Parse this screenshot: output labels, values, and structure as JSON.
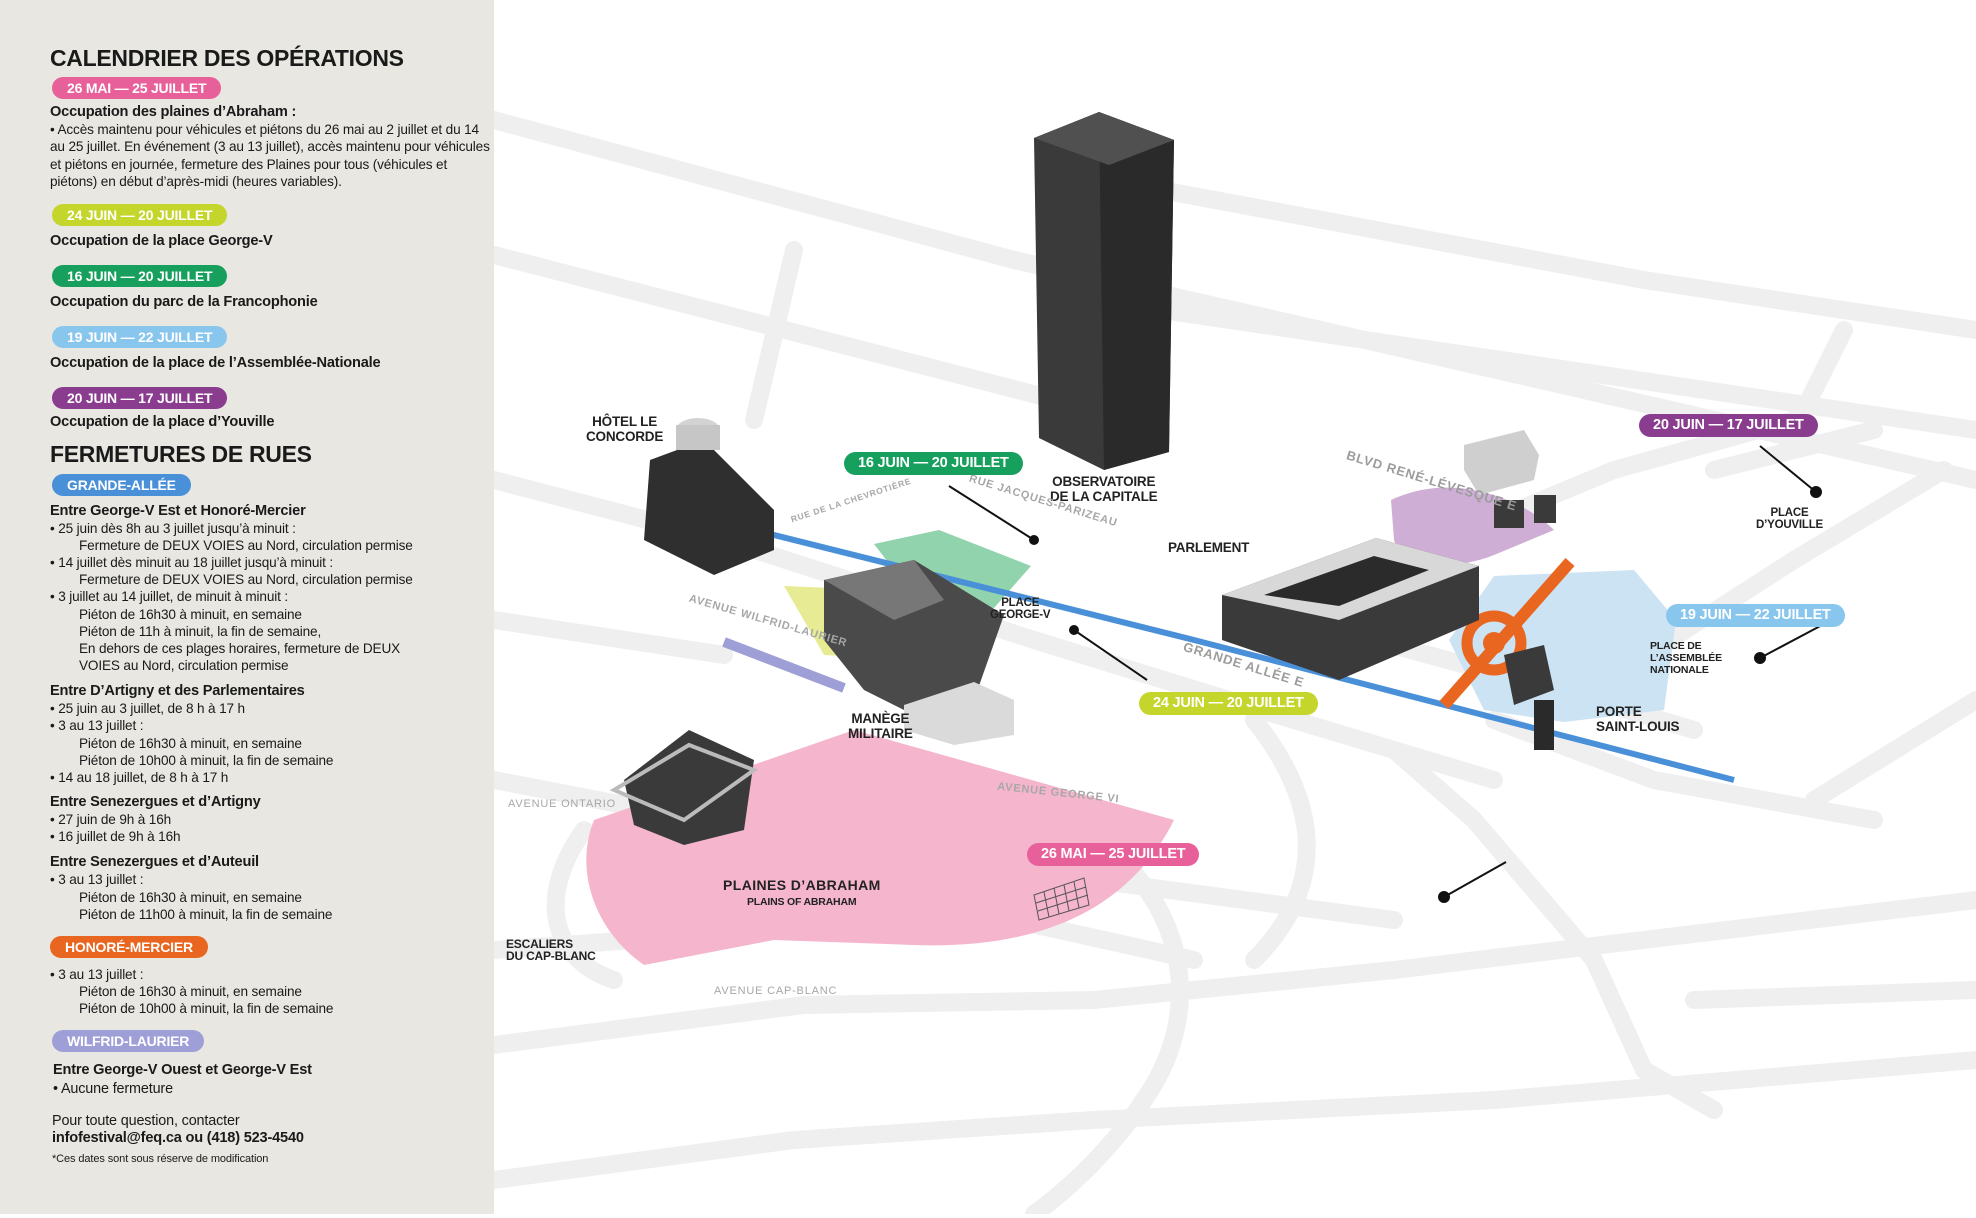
{
  "colors": {
    "pink": "#e8609a",
    "lime": "#c4d62b",
    "green": "#17a05d",
    "lightblue": "#89c6ee",
    "purple": "#8a3c8e",
    "blue": "#4a90d9",
    "orange": "#e8661f",
    "lavender": "#9f9fd8",
    "sidebar_bg": "#e8e7e1"
  },
  "sidebar": {
    "title": "CALENDRIER DES OPÉRATIONS",
    "ops": [
      {
        "date": "26 MAI — 25 JUILLET",
        "title": "Occupation des plaines d’Abraham :",
        "text": "• Accès maintenu pour véhicules et piétons du 26 mai au 2 juillet et du 14 au 25 juillet. En événement (3 au 13 juillet), accès maintenu pour véhicules et piétons en journée, fermeture des Plaines pour tous (véhicules et piétons) en début d’après-midi (heures variables)."
      },
      {
        "date": "24 JUIN — 20 JUILLET",
        "title": "Occupation de la place George-V"
      },
      {
        "date": "16 JUIN — 20 JUILLET",
        "title": "Occupation du parc de la Francophonie"
      },
      {
        "date": "19 JUIN — 22 JUILLET",
        "title": "Occupation de la place de l’Assemblée-Nationale"
      },
      {
        "date": "20 JUIN — 17 JUILLET",
        "title": "Occupation de la place d’Youville"
      }
    ],
    "closures_title": "FERMETURES DE RUES",
    "grande_allee": {
      "label": "GRANDE-ALLÉE",
      "s1_title": "Entre George-V Est et Honoré-Mercier",
      "s1_lines": [
        "• 25 juin dès 8h au 3 juillet jusqu’à minuit :",
        "Fermeture de DEUX VOIES au Nord, circulation permise",
        "• 14 juillet dès minuit au 18 juillet jusqu’à minuit :",
        "Fermeture de DEUX VOIES au Nord, circulation permise",
        "• 3 juillet au 14 juillet, de minuit à minuit :",
        "Piéton de 16h30 à minuit, en semaine",
        "Piéton de 11h à minuit, la fin de semaine,",
        "En dehors de ces plages horaires, fermeture de DEUX",
        "VOIES au Nord, circulation permise"
      ],
      "s2_title": "Entre D’Artigny et des Parlementaires",
      "s2_lines": [
        "• 25 juin au 3 juillet, de 8 h à 17 h",
        "• 3 au 13 juillet :",
        "Piéton de 16h30 à minuit, en semaine",
        "Piéton de 10h00 à minuit, la fin de semaine",
        "• 14 au 18 juillet, de 8 h à 17 h"
      ],
      "s3_title": "Entre Senezergues et d’Artigny",
      "s3_lines": [
        "• 27 juin de 9h à 16h",
        "• 16 juillet de 9h à 16h"
      ],
      "s4_title": "Entre Senezergues et d’Auteuil",
      "s4_lines": [
        "• 3 au 13 juillet :",
        "Piéton de 16h30 à minuit, en semaine",
        "Piéton de 11h00 à minuit, la fin de semaine"
      ]
    },
    "honore": {
      "label": "HONORÉ-MERCIER",
      "lines": [
        "• 3 au 13 juillet :",
        "Piéton de 16h30 à minuit, en semaine",
        "Piéton de 10h00 à minuit, la fin de semaine"
      ]
    },
    "wilfrid": {
      "label": "WILFRID-LAURIER",
      "title": "Entre George-V Ouest et George-V Est",
      "line": "• Aucune fermeture"
    },
    "contact_line1": "Pour toute question, contacter",
    "contact_line2": "infofestival@feq.ca ou (418) 523-4540",
    "footnote": "*Ces dates sont sous réserve de modification"
  },
  "map": {
    "landmarks": {
      "hotel_concorde": "HÔTEL LE\nCONCORDE",
      "observatoire": "OBSERVATOIRE\nDE LA CAPITALE",
      "parlement": "PARLEMENT",
      "place_youville": "PLACE\nD’YOUVILLE",
      "place_george_v": "PLACE\nGEORGE-V",
      "manege": "MANÈGE\nMILITAIRE",
      "place_assemblee": "PLACE DE\nL’ASSEMBLÉE\nNATIONALE",
      "porte": "PORTE\nSAINT-LOUIS",
      "plaines": "PLAINES D’ABRAHAM",
      "plaines_en": "PLAINS OF ABRAHAM",
      "escaliers": "ESCALIERS\nDU CAP-BLANC"
    },
    "streets": {
      "chevrotiere": "RUE DE LA CHEVROTIÈRE",
      "jacques": "RUE JACQUES-PARIZEAU",
      "rene": "BLVD RENÉ-LÉVESQUE E",
      "wilfrid": "AVENUE WILFRID-LAURIER",
      "grande": "GRANDE ALLÉE E",
      "george": "AVENUE GEORGE VI",
      "ontario": "AVENUE ONTARIO",
      "capblanc": "AVENUE CAP-BLANC"
    },
    "pills": {
      "green": "16 JUIN — 20 JUILLET",
      "purple": "20 JUIN — 17 JUILLET",
      "lightblue": "19 JUIN — 22 JUILLET",
      "lime": "24 JUIN — 20 JUILLET",
      "pink": "26 MAI — 25 JUILLET"
    }
  }
}
